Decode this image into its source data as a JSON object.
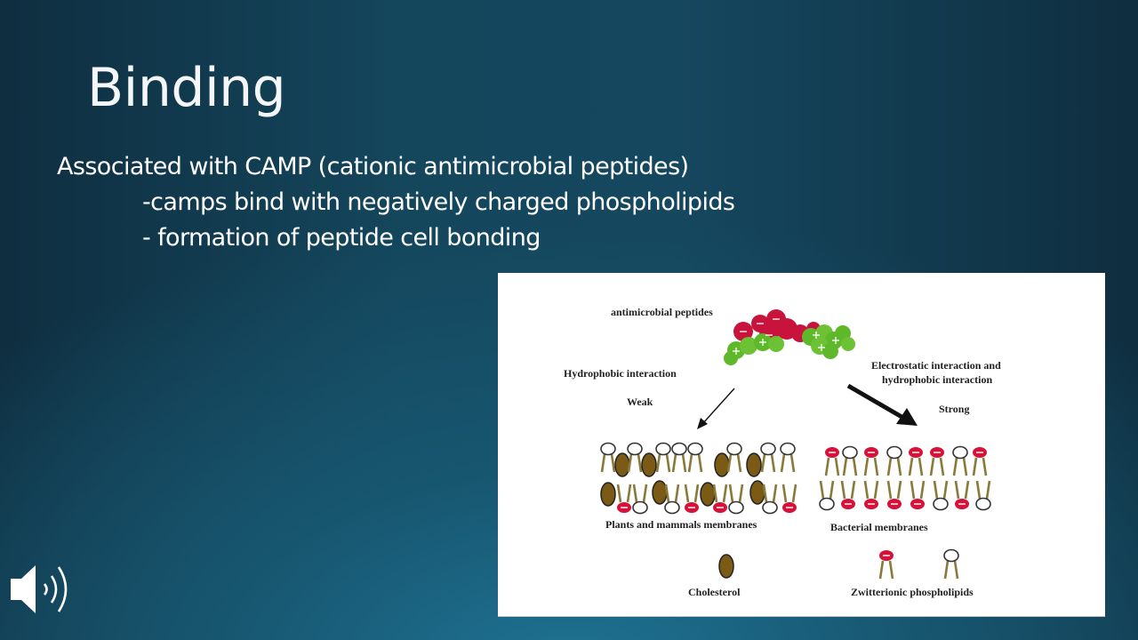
{
  "slide": {
    "title": "Binding",
    "bullets": [
      "Associated with CAMP (cationic antimicrobial peptides)",
      "-camps bind with negatively charged phospholipids",
      "- formation of peptide cell bonding"
    ]
  },
  "figure": {
    "labels": {
      "peptides": "antimicrobial peptides",
      "hydrophobic": "Hydrophobic interaction",
      "weak": "Weak",
      "electrostatic_1": "Electrostatic interaction and",
      "electrostatic_2": "hydrophobic interaction",
      "strong": "Strong",
      "plants_membranes": "Plants and mammals membranes",
      "bacterial_membranes": "Bacterial membranes",
      "cholesterol": "Cholesterol",
      "zwitterionic": "Zwitterionic phospholipids"
    },
    "colors": {
      "anionic_head": "#d4123a",
      "zwitterionic_head": "#ffffff",
      "cholesterol": "#7a5a14",
      "tail": "#8a7a3a",
      "peptide_red": "#c8143c",
      "peptide_green": "#5fb82a"
    }
  },
  "media": {
    "audio_icon": "speaker-icon"
  }
}
